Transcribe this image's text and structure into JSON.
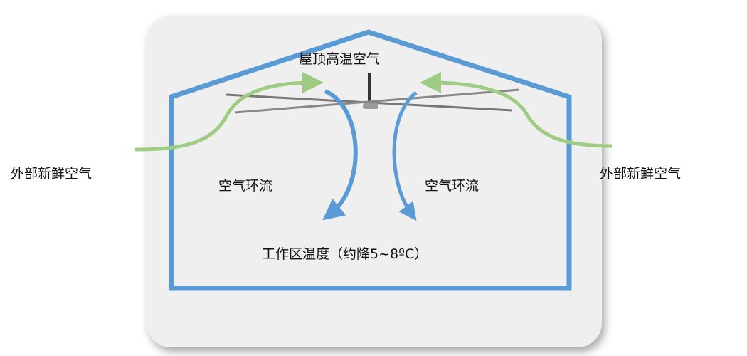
{
  "labels": {
    "roof_hot_air": "屋顶高温空气",
    "circulation_left": "空气环流",
    "circulation_right": "空气环流",
    "work_zone_temp": "工作区温度（约降5~8ºC）",
    "fresh_air_left": "外部新鲜空气",
    "fresh_air_right": "外部新鲜空气"
  },
  "colors": {
    "house": "#5b9bd5",
    "fresh_air": "#9dcc82",
    "circulation": "#5b9bd5",
    "fan": "#6b6b6b"
  }
}
